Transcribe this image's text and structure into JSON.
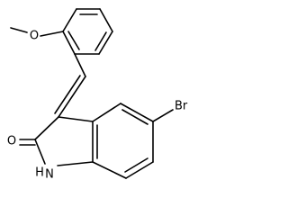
{
  "diagram": {
    "atoms": {
      "methoxy_o": "O",
      "bromine": "Br",
      "carbonyl_o": "O",
      "nitrogen_h": "H",
      "nitrogen": "N"
    }
  }
}
